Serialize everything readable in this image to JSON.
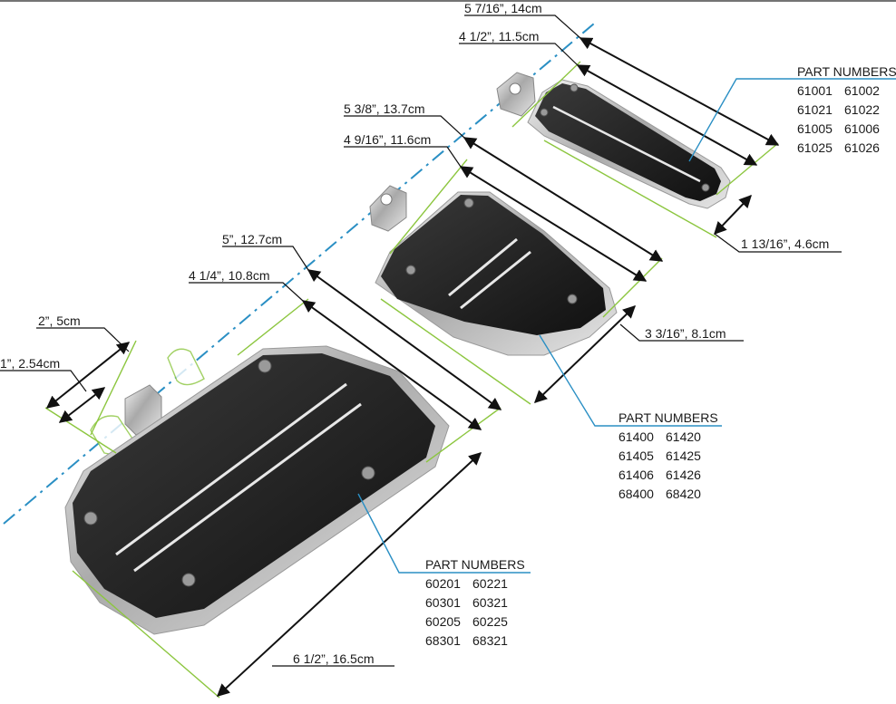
{
  "dimensions": {
    "small_length_outer": "5 7/16”, 14cm",
    "small_length_inner": "4 1/2”, 11.5cm",
    "small_width": "1 13/16”, 4.6cm",
    "medium_length_outer": "5 3/8”, 13.7cm",
    "medium_length_inner": "4 9/16”, 11.6cm",
    "medium_width": "3 3/16”, 8.1cm",
    "large_length_outer": "5”, 12.7cm",
    "large_length_inner": "4 1/4”, 10.8cm",
    "large_offset_outer": "2”, 5cm",
    "large_offset_inner": "1”, 2.54cm",
    "large_width": "6 1/2”, 16.5cm"
  },
  "part_groups": {
    "small": {
      "heading": "PART NUMBERS",
      "rows": [
        [
          "61001",
          "61002"
        ],
        [
          "61021",
          "61022"
        ],
        [
          "61005",
          "61006"
        ],
        [
          "61025",
          "61026"
        ]
      ]
    },
    "medium": {
      "heading": "PART NUMBERS",
      "rows": [
        [
          "61400",
          "61420"
        ],
        [
          "61405",
          "61425"
        ],
        [
          "61406",
          "61426"
        ],
        [
          "68400",
          "68420"
        ]
      ]
    },
    "large": {
      "heading": "PART NUMBERS",
      "rows": [
        [
          "60201",
          "60221"
        ],
        [
          "60301",
          "60321"
        ],
        [
          "60205",
          "60225"
        ],
        [
          "68301",
          "68321"
        ]
      ]
    }
  },
  "colors": {
    "dimension_line": "#111111",
    "guide_line": "#8cc63f",
    "axis_line": "#2a8fc4",
    "pad_dark": "#1c1c1c",
    "chrome": "#c9c9c9"
  }
}
